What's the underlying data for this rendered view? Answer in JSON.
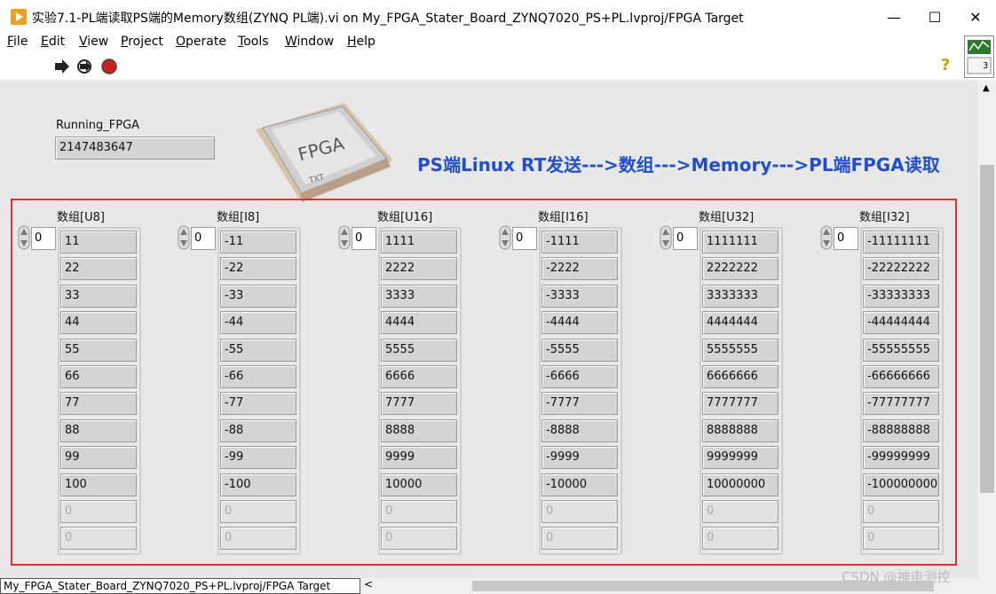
{
  "window": {
    "title": "实验7.1-PL端读取PS端的Memory数组(ZYNQ PL端).vi on My_FPGA_Stater_Board_ZYNQ7020_PS+PL.lvproj/FPGA Target",
    "minimize": "—",
    "maximize": "☐",
    "close": "✕"
  },
  "menu": [
    "File",
    "Edit",
    "View",
    "Project",
    "Operate",
    "Tools",
    "Window",
    "Help"
  ],
  "toolbar": {
    "run_icon": "run-arrow-icon",
    "run_continuous_icon": "run-continuously-icon",
    "abort_icon": "abort-stop-icon",
    "help_icon": "context-help-icon",
    "help_glyph": "?",
    "vi_icon_label": "3"
  },
  "panel": {
    "running_label": "Running_FPGA",
    "running_value": "2147483647",
    "fpga_chip_text": "FPGA",
    "fpga_chip_sub": "TXT",
    "banner": "PS端Linux RT发送--->数组--->Memory--->PL端FPGA读取"
  },
  "arrays": [
    {
      "label": "数组[U8]",
      "index": "0",
      "values": [
        "11",
        "22",
        "33",
        "44",
        "55",
        "66",
        "77",
        "88",
        "99",
        "100",
        "0",
        "0"
      ]
    },
    {
      "label": "数组[I8]",
      "index": "0",
      "values": [
        "-11",
        "-22",
        "-33",
        "-44",
        "-55",
        "-66",
        "-77",
        "-88",
        "-99",
        "-100",
        "0",
        "0"
      ]
    },
    {
      "label": "数组[U16]",
      "index": "0",
      "values": [
        "1111",
        "2222",
        "3333",
        "4444",
        "5555",
        "6666",
        "7777",
        "8888",
        "9999",
        "10000",
        "0",
        "0"
      ]
    },
    {
      "label": "数组[I16]",
      "index": "0",
      "values": [
        "-1111",
        "-2222",
        "-3333",
        "-4444",
        "-5555",
        "-6666",
        "-7777",
        "-8888",
        "-9999",
        "-10000",
        "0",
        "0"
      ]
    },
    {
      "label": "数组[U32]",
      "index": "0",
      "values": [
        "1111111",
        "2222222",
        "3333333",
        "4444444",
        "5555555",
        "6666666",
        "7777777",
        "8888888",
        "9999999",
        "10000000",
        "0",
        "0"
      ]
    },
    {
      "label": "数组[I32]",
      "index": "0",
      "values": [
        "-11111111",
        "-22222222",
        "-33333333",
        "-44444444",
        "-55555555",
        "-66666666",
        "-77777777",
        "-88888888",
        "-99999999",
        "-100000000",
        "0",
        "0"
      ]
    }
  ],
  "status_bar": {
    "path": "My_FPGA_Stater_Board_ZYNQ7020_PS+PL.lvproj/FPGA Target"
  },
  "watermark": "CSDN @神电测控",
  "colors": {
    "banner": "#1f4fd0",
    "highlight_box": "#e03030",
    "panel_bg": "#e8e8e8"
  }
}
